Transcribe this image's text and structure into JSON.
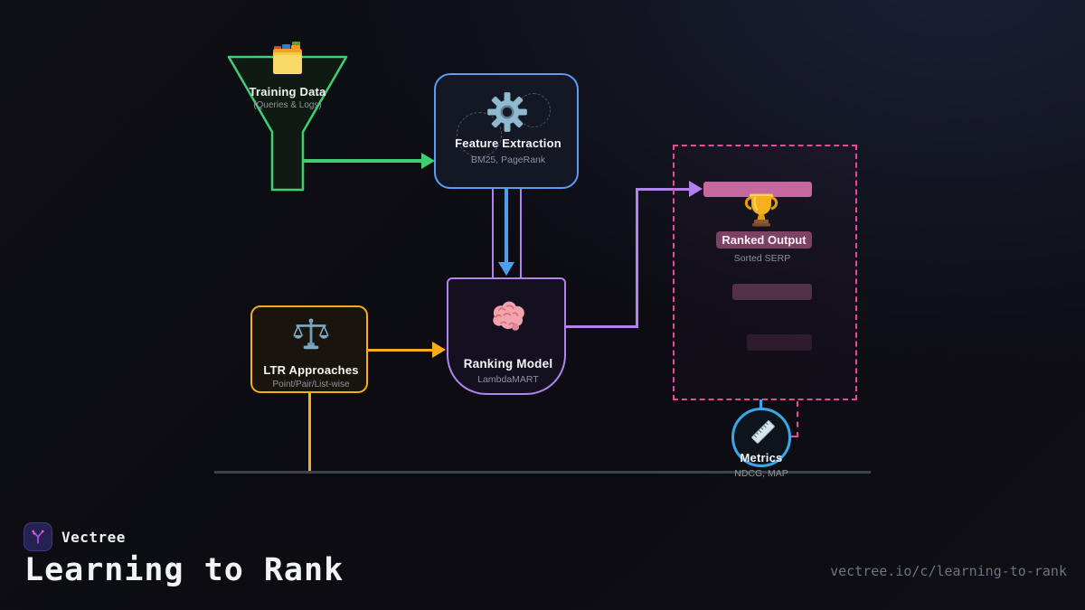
{
  "nodes": {
    "training": {
      "label": "Training Data",
      "sublabel": "(Queries & Logs)",
      "icon": "folder-icon"
    },
    "feature": {
      "label": "Feature Extraction",
      "sublabel": "BM25, PageRank",
      "icon": "gear-icon"
    },
    "ltr": {
      "label": "LTR Approaches",
      "sublabel": "Point/Pair/List-wise",
      "icon": "scale-icon"
    },
    "ranking": {
      "label": "Ranking Model",
      "sublabel": "LambdaMART",
      "icon": "brain-icon"
    },
    "output": {
      "label": "Ranked Output",
      "sublabel": "Sorted SERP",
      "icon": "trophy-icon"
    },
    "metrics": {
      "label": "Metrics",
      "sublabel": "NDCG, MAP",
      "icon": "ruler-icon"
    }
  },
  "footer": {
    "brand": "Vectree",
    "title": "Learning to Rank",
    "url": "vectree.io/c/learning-to-rank"
  },
  "colors": {
    "green": "#3ecf71",
    "blue": "#5b9df5",
    "amber": "#f6ad17",
    "purple": "#b183ef",
    "pink": "#ec4899",
    "cyan": "#38a8e8",
    "bar_bright": "#c6689f",
    "bar_mid": "#533049",
    "bar_dim": "#2e1c2d",
    "chip": "#7c4263"
  }
}
